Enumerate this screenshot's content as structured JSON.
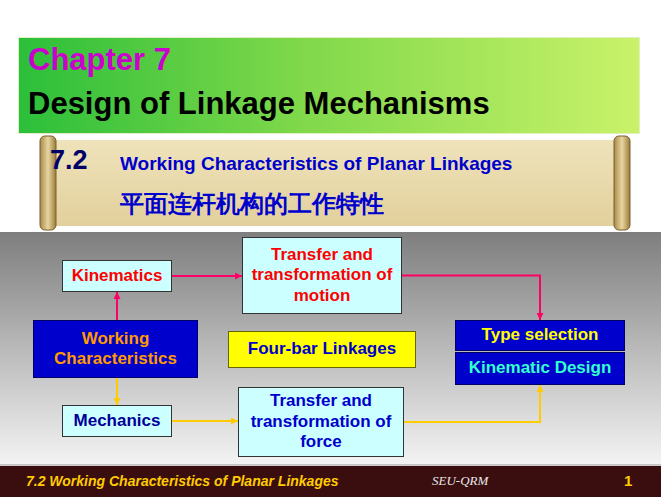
{
  "diagram": {
    "nodes": [
      {
        "text": [
          "Chapter 7",
          "Design of Linkage Mechanisms"
        ]
      },
      {
        "text": [
          "7.2",
          "Working Characteristics of Planar Linkages",
          "平面连杆机构的工作特性"
        ]
      },
      {
        "text": [
          "Kinematics"
        ]
      },
      {
        "text": [
          "Transfer and transformation of motion"
        ]
      },
      {
        "text": [
          "Working Characteristics"
        ]
      },
      {
        "text": [
          "Four-bar Linkages"
        ]
      },
      {
        "text": [
          "Type selection"
        ]
      },
      {
        "text": [
          "Kinematic Design"
        ]
      },
      {
        "text": [
          "Mechanics"
        ]
      },
      {
        "text": [
          "Transfer and transformation of force"
        ]
      },
      {
        "text": [
          "7.2 Working Characteristics of Planar Linkages",
          "SEU-QRM",
          "1"
        ]
      }
    ],
    "edges": [
      {
        "from": 4,
        "to": 2,
        "arrow": "to"
      },
      {
        "from": 2,
        "to": 3,
        "arrow": "to"
      },
      {
        "from": 3,
        "to": 6,
        "arrow": "to"
      },
      {
        "from": 4,
        "to": 8,
        "arrow": "to"
      },
      {
        "from": 8,
        "to": 9,
        "arrow": "to"
      },
      {
        "from": 9,
        "to": 7,
        "arrow": "to"
      }
    ]
  }
}
